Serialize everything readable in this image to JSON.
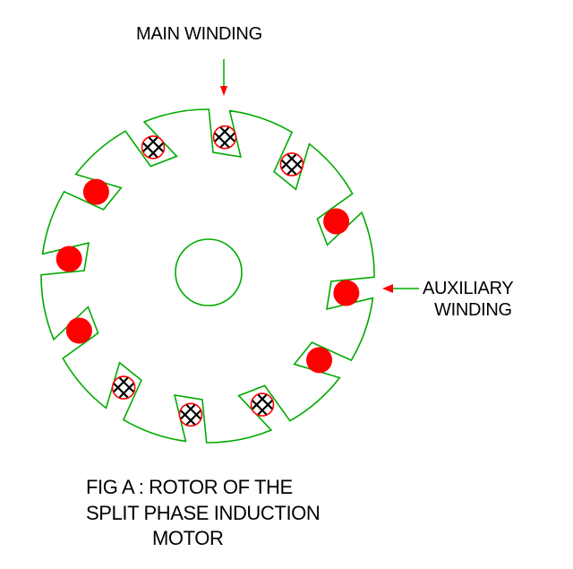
{
  "labels": {
    "main_winding": "MAIN WINDING",
    "auxiliary_winding_line1": "AUXILIARY",
    "auxiliary_winding_line2": "WINDING"
  },
  "caption": {
    "line1": "FIG A : ROTOR OF THE",
    "line2": "SPLIT PHASE INDUCTION",
    "line3": "MOTOR"
  },
  "colors": {
    "outline": "#00aa00",
    "winding_red": "#ff0000",
    "cross_hatch": "#000000",
    "arrow_head": "#ff0000",
    "arrow_shaft": "#00aa00"
  },
  "rotor": {
    "slot_count": 12,
    "slots": [
      {
        "index": 0,
        "winding": "main"
      },
      {
        "index": 1,
        "winding": "main"
      },
      {
        "index": 2,
        "winding": "auxiliary"
      },
      {
        "index": 3,
        "winding": "auxiliary"
      },
      {
        "index": 4,
        "winding": "auxiliary"
      },
      {
        "index": 5,
        "winding": "main"
      },
      {
        "index": 6,
        "winding": "main"
      },
      {
        "index": 7,
        "winding": "main"
      },
      {
        "index": 8,
        "winding": "auxiliary"
      },
      {
        "index": 9,
        "winding": "auxiliary"
      },
      {
        "index": 10,
        "winding": "auxiliary"
      },
      {
        "index": 11,
        "winding": "main"
      }
    ],
    "legend": {
      "main": "crossed-circle-icon",
      "auxiliary": "filled-red-dot-icon"
    }
  }
}
